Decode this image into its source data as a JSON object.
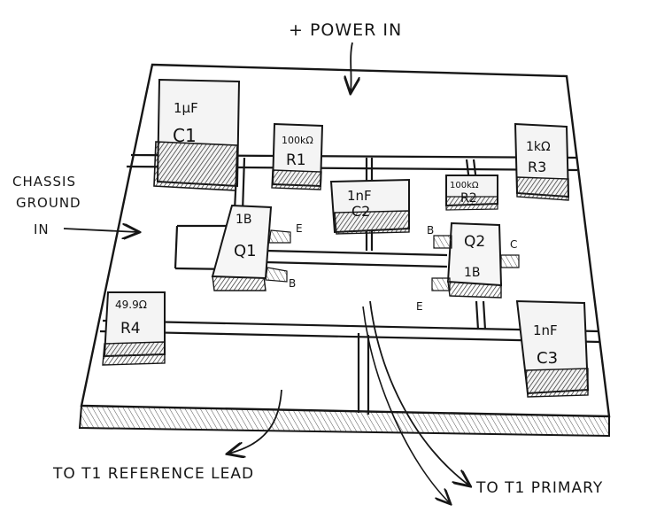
{
  "labels": {
    "power_in": "+ POWER IN",
    "chassis_ground_line1": "CHASSIS",
    "chassis_ground_line2": "GROUND",
    "chassis_ground_line3": "IN",
    "to_reference_lead": "TO T1 REFERENCE LEAD",
    "to_primary": "TO T1 PRIMARY"
  },
  "components": {
    "c1": {
      "value": "1µF",
      "designator": "C1"
    },
    "r1": {
      "value": "100kΩ",
      "designator": "R1"
    },
    "c2": {
      "value": "1nF",
      "designator": "C2"
    },
    "r2": {
      "value": "100kΩ",
      "designator": "R2"
    },
    "r3": {
      "value": "1kΩ",
      "designator": "R3"
    },
    "q1": {
      "value": "1B",
      "designator": "Q1",
      "pin_e": "E",
      "pin_b": "B"
    },
    "q2": {
      "value": "1B",
      "designator": "Q2",
      "pin_b": "B",
      "pin_c": "C",
      "pin_e": "E"
    },
    "r4": {
      "value": "49.9Ω",
      "designator": "R4"
    },
    "c3": {
      "value": "1nF",
      "designator": "C3"
    }
  },
  "colors": {
    "ink": "#161616",
    "board_fill": "#ffffff",
    "board_edge": "#cfcfcf",
    "shade": "#3a3a3a"
  }
}
